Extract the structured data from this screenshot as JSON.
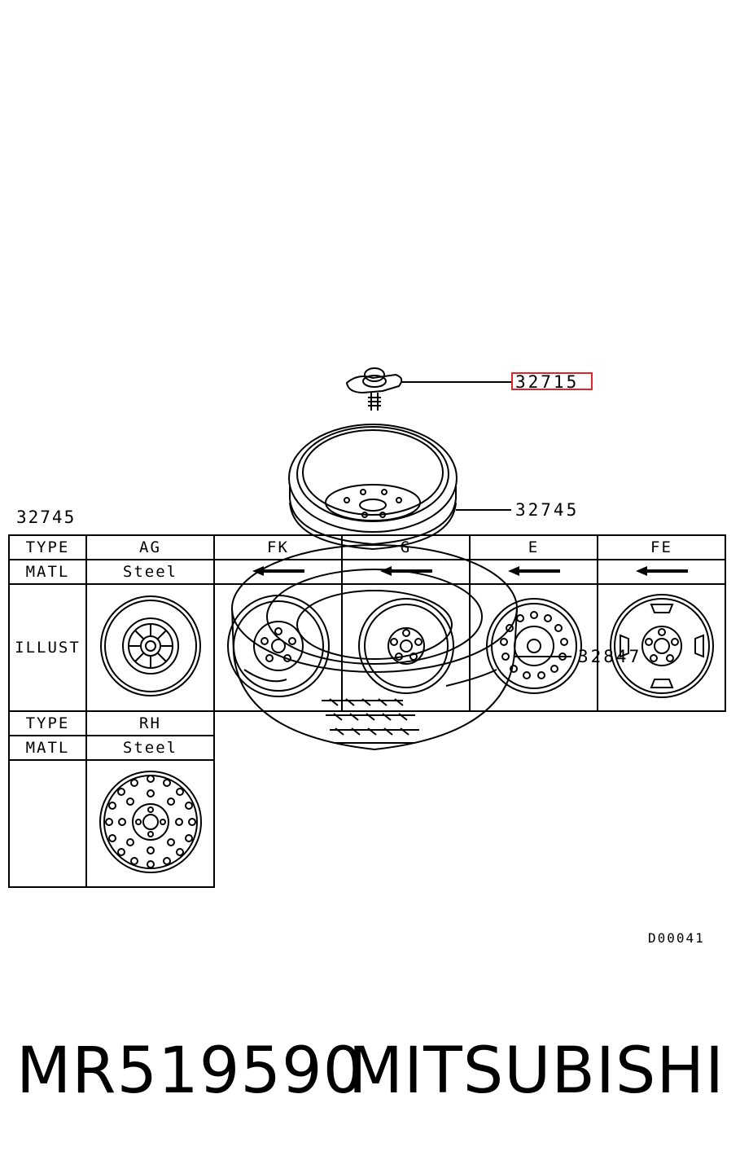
{
  "diagram": {
    "callouts": [
      {
        "id": "32715",
        "label": "32715",
        "highlighted": true
      },
      {
        "id": "32745",
        "label": "32745"
      },
      {
        "id": "32847",
        "label": "32847"
      }
    ],
    "highlight_color": "#e0242a"
  },
  "table": {
    "title": "32745",
    "row_labels": {
      "type": "TYPE",
      "matl": "MATL",
      "illust": "ILLUST"
    },
    "columns": [
      {
        "type": "AG",
        "matl": "Steel",
        "same_as_left": false,
        "wheel": "spoke-hubcap"
      },
      {
        "type": "FK",
        "matl": "",
        "same_as_left": true,
        "wheel": "plain-5-lug"
      },
      {
        "type": "G",
        "matl": "",
        "same_as_left": true,
        "wheel": "slotted-5-lug"
      },
      {
        "type": "E",
        "matl": "",
        "same_as_left": true,
        "wheel": "holes-ring"
      },
      {
        "type": "FE",
        "matl": "",
        "same_as_left": true,
        "wheel": "wide-slot-cover"
      }
    ],
    "second_block": [
      {
        "type": "RH",
        "matl": "Steel",
        "wheel": "holes-double-ring"
      }
    ]
  },
  "reference_code": "D00041",
  "footer": {
    "part_number": "MR519590",
    "brand": "MITSUBISHI"
  }
}
